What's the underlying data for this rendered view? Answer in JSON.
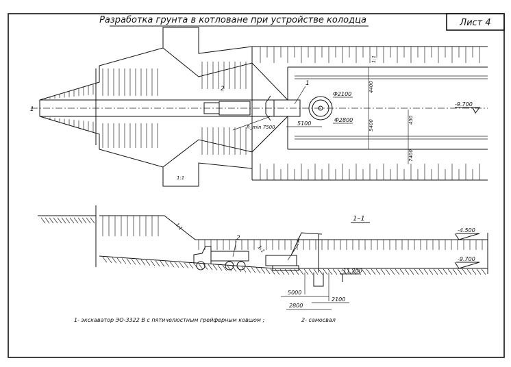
{
  "title": "Разработка грунта в котловане при устройстве колодца",
  "sheet": "Лист 4",
  "plan": {
    "slope_labels": [
      "1:1",
      "1:1"
    ],
    "callouts": [
      "1",
      "2"
    ],
    "section_mark": "1",
    "radius": "R_min 7500",
    "dims": [
      "Ф2100",
      "Ф2800",
      "5100",
      "4400",
      "5400",
      "450",
      "7400"
    ],
    "level": "-9.700"
  },
  "section": {
    "label": "1–1",
    "slope_labels": [
      "1:1",
      "1:1"
    ],
    "callouts": [
      "1",
      "2"
    ],
    "levels": [
      "-4.500",
      "-9.700",
      "-11.200"
    ],
    "dims": [
      "5000",
      "2100",
      "2800"
    ]
  },
  "legend": [
    "1- экскаватор ЭО-3322 В  с пятичелюстным грейферным ковшом ;",
    "2- самосвал"
  ]
}
